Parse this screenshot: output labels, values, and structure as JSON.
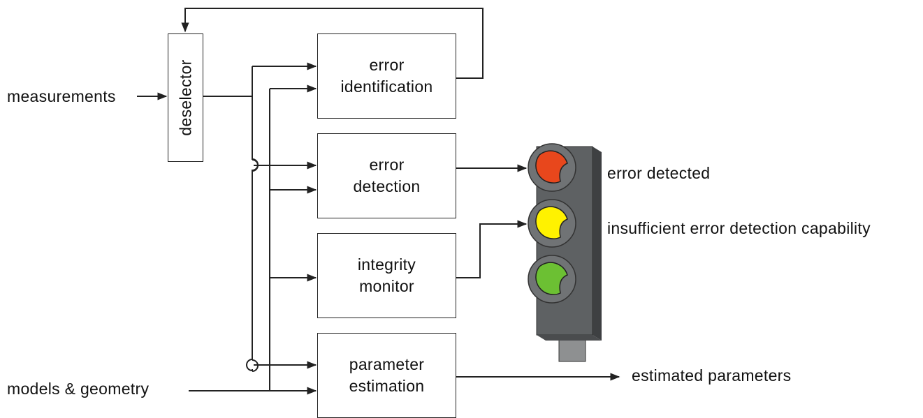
{
  "inputs": {
    "measurements": "measurements",
    "models": "models & geometry"
  },
  "deselector": "deselector",
  "boxes": {
    "error_identification": [
      "error",
      "identification"
    ],
    "error_detection": [
      "error",
      "detection"
    ],
    "integrity_monitor": [
      "integrity",
      "monitor"
    ],
    "parameter_estimation": [
      "parameter",
      "estimation"
    ]
  },
  "traffic_light": {
    "red_label": "error detected",
    "yellow_label": "insufficient error detection capability",
    "colors": {
      "red": "#e8471c",
      "yellow": "#fff200",
      "green": "#6cc033",
      "housing": "#5e6163"
    }
  },
  "outputs": {
    "estimated": "estimated parameters"
  }
}
